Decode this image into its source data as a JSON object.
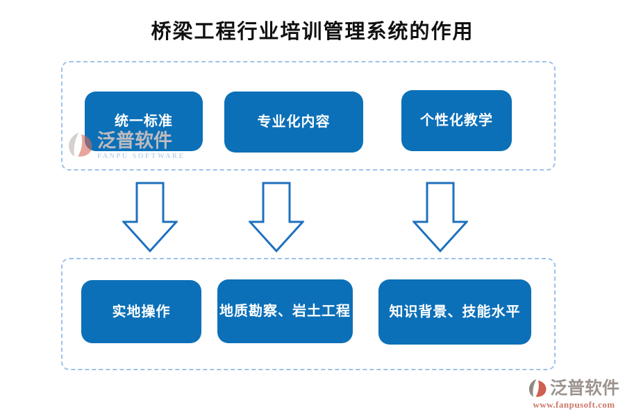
{
  "title": "桥梁工程行业培训管理系统的作用",
  "colors": {
    "box_blue": "#0b70b8",
    "dash_border": "#9cc2ea",
    "arrow_stroke": "#1e70be",
    "title_color": "#101010",
    "watermark_url_color": "#ce7767"
  },
  "top_group": {
    "boxes": [
      {
        "label": "统一标准"
      },
      {
        "label": "专业化内容"
      },
      {
        "label": "个性化教学"
      }
    ]
  },
  "bottom_group": {
    "boxes": [
      {
        "label": "实地操作"
      },
      {
        "label": "地质勘察、岩土工程"
      },
      {
        "label": "知识背景、技能水平"
      }
    ]
  },
  "watermark": {
    "brand_cn": "泛普软件",
    "brand_en": "FANPU SOFTWARE",
    "url": "www.fanpusoft.com"
  }
}
